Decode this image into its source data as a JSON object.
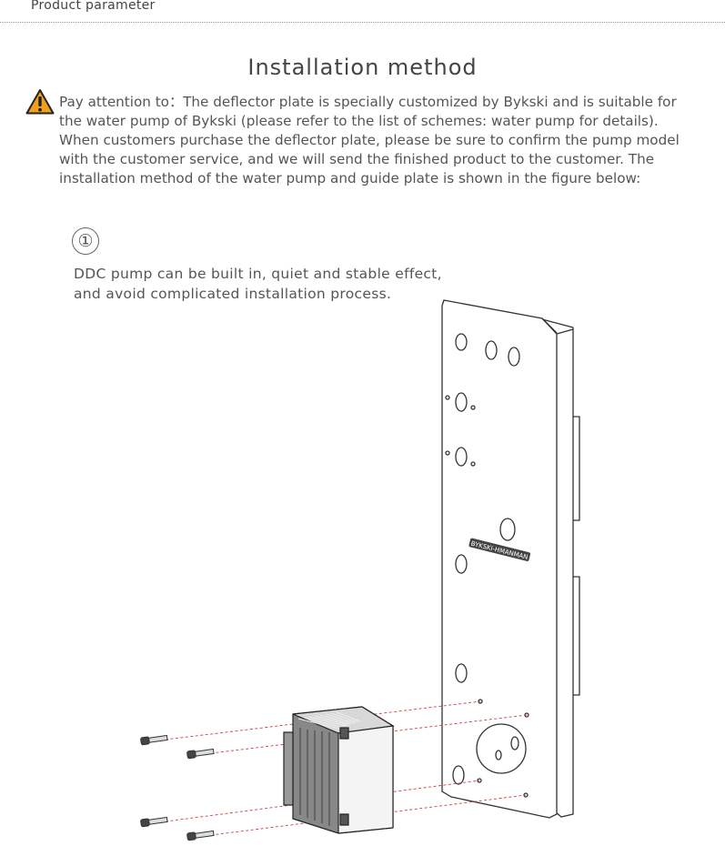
{
  "header": {
    "label": "Product parameter"
  },
  "title": "Installation method",
  "notice": {
    "text": "Pay attention to：The deflector plate is specially customized by Bykski and is suitable for the water pump of Bykski (please refer to the list of schemes: water pump for details). When customers purchase the deflector plate, please be sure to confirm the pump model with the customer service, and we will send the finished product to the customer. The installation method of the water pump and guide plate is shown in the figure below:",
    "icon": "warning-triangle-icon",
    "icon_color": "#f0a020"
  },
  "step": {
    "number": "①",
    "description_line1": "DDC pump can be built in, quiet and stable effect,",
    "description_line2": "and avoid complicated installation process."
  },
  "illustration": {
    "plate_engraving": "BYKSKI-HMANMAN",
    "screw_line_color": "#d04040"
  }
}
